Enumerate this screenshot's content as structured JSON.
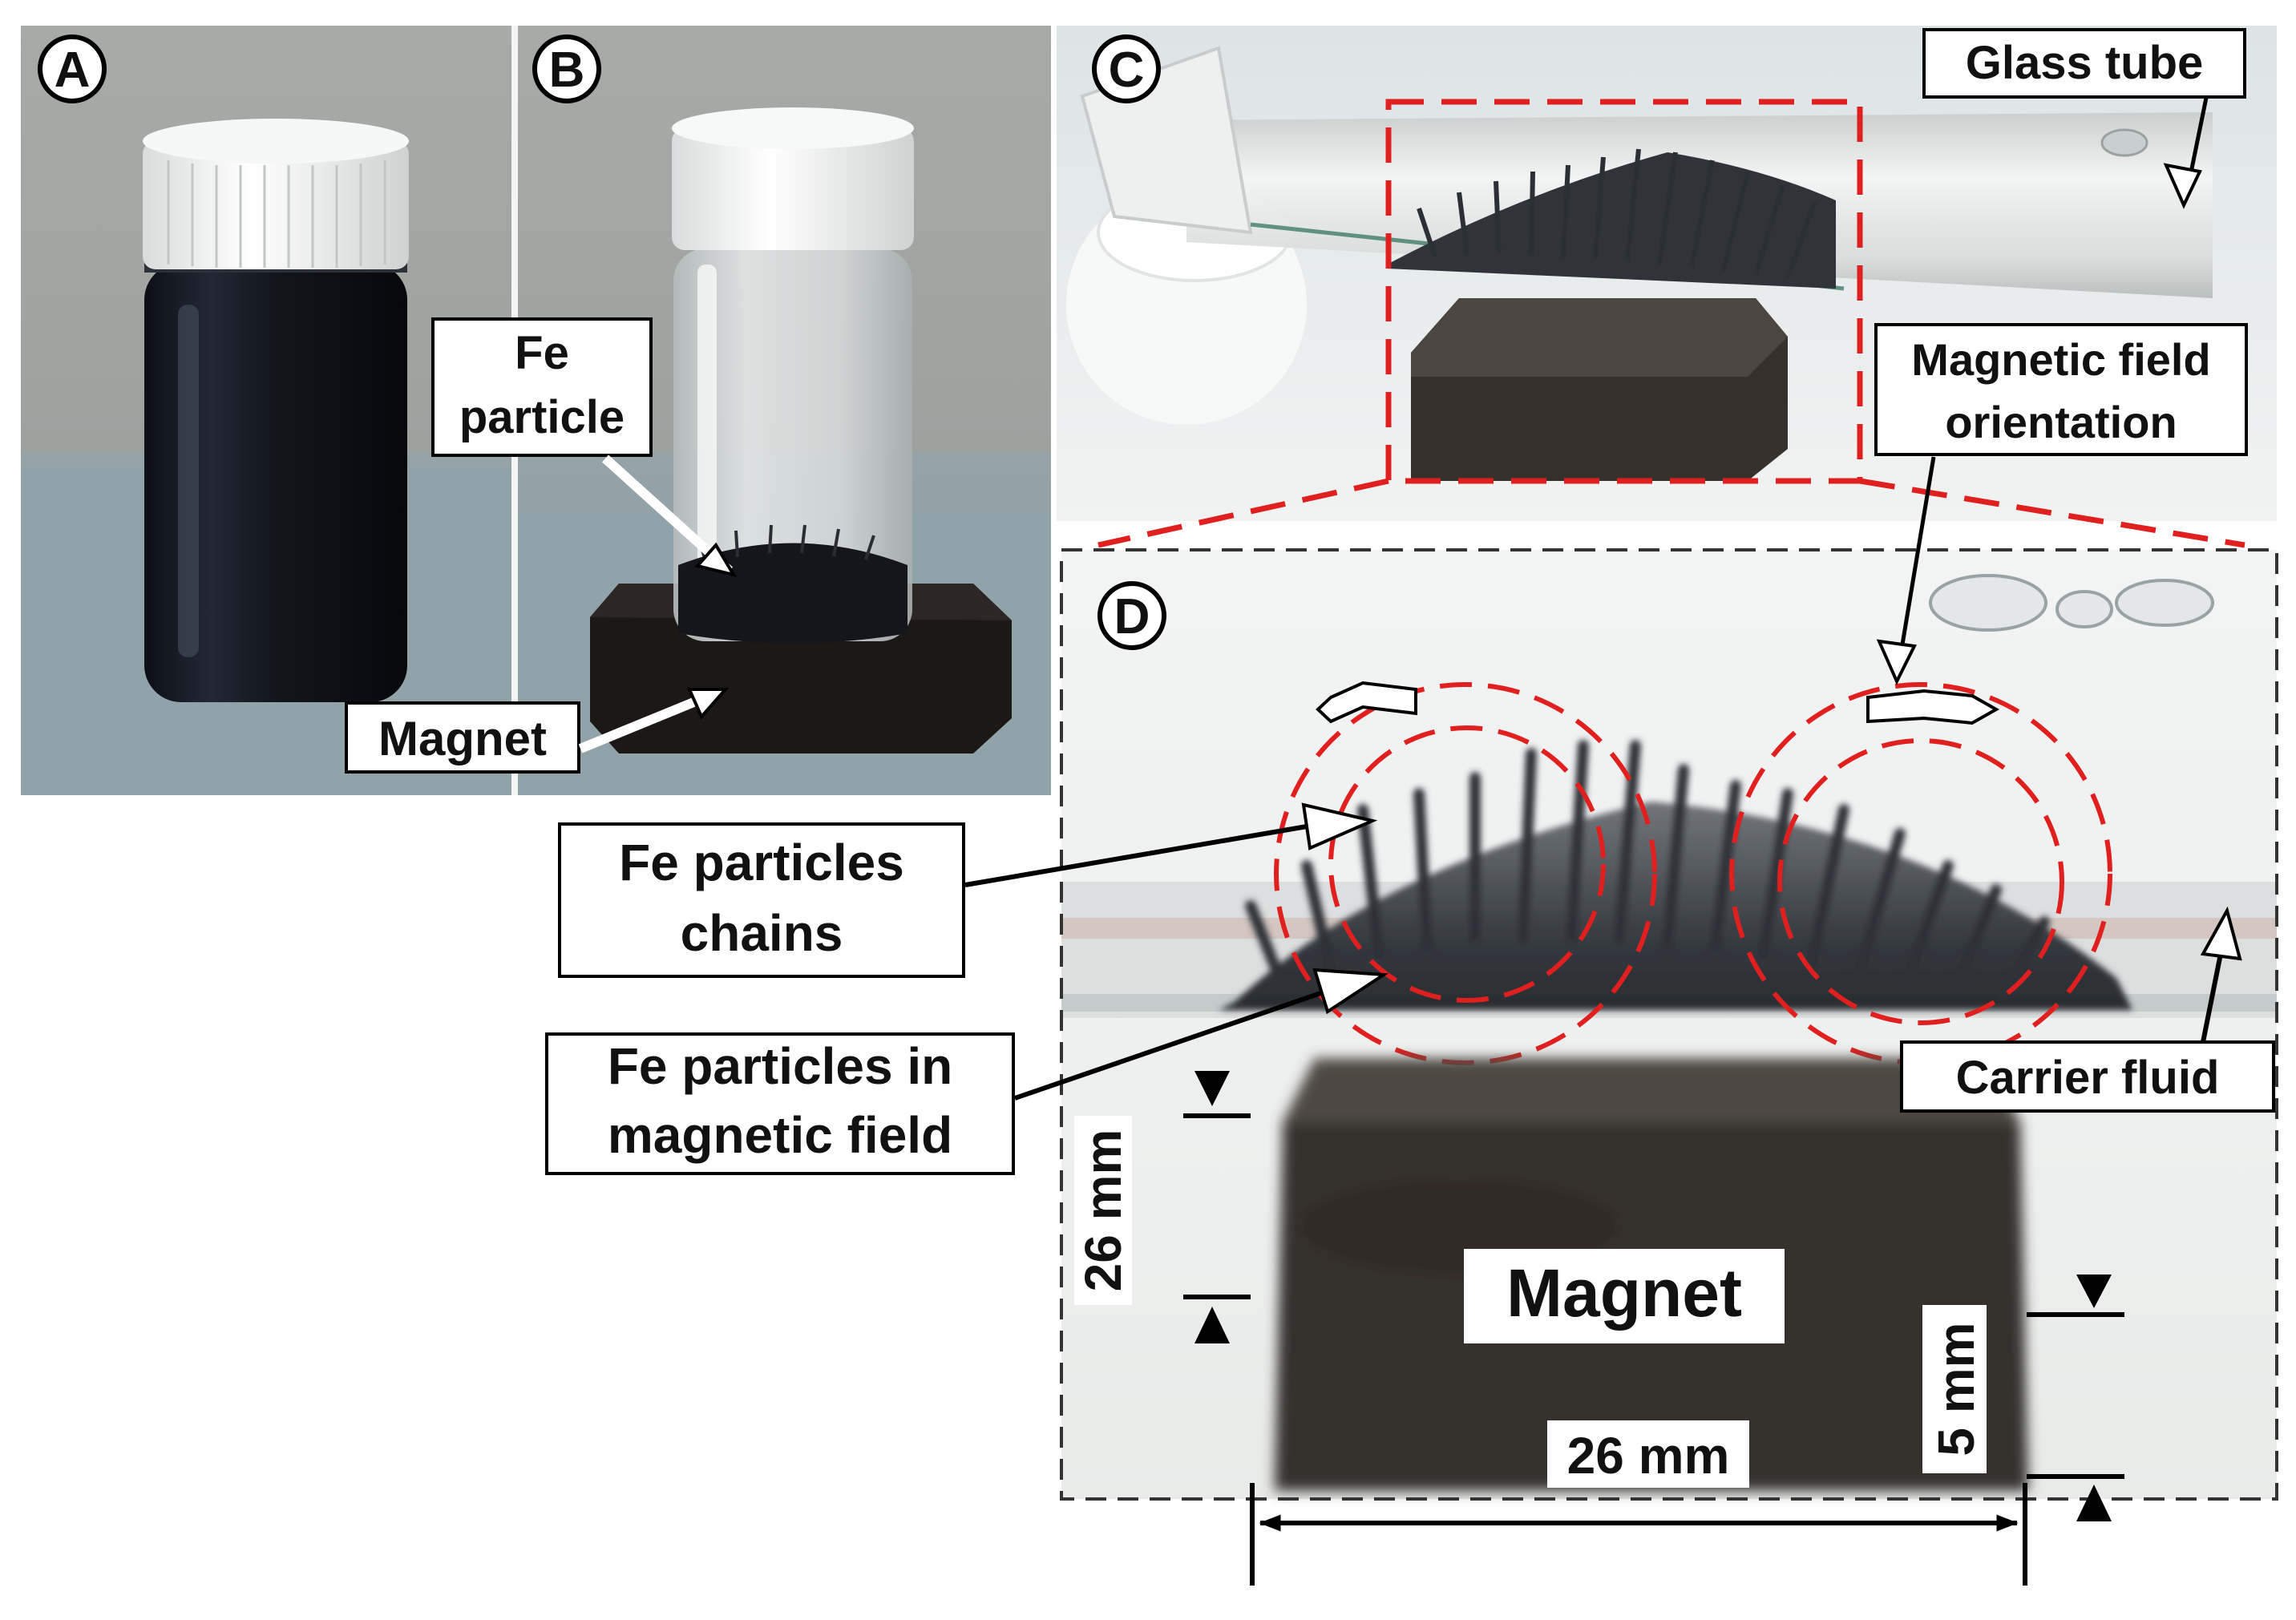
{
  "panels": {
    "a": {
      "letter": "A"
    },
    "b": {
      "letter": "B",
      "fe_label_line1": "Fe",
      "fe_label_line2": "particle",
      "magnet_label": "Magnet"
    },
    "c": {
      "letter": "C",
      "glass_tube_label": "Glass tube",
      "field_label_line1": "Magnetic field",
      "field_label_line2": "orientation"
    },
    "d": {
      "letter": "D",
      "chains_label_line1": "Fe particles",
      "chains_label_line2": "chains",
      "infield_label_line1": "Fe particles in",
      "infield_label_line2": "magnetic field",
      "carrier_label": "Carrier fluid",
      "magnet_label": "Magnet",
      "dim_height_left": "26 mm",
      "dim_thickness": "5 mm",
      "dim_width": "26 mm"
    }
  },
  "colors": {
    "highlight_dash": "#e0201f",
    "frame_dash": "#333333",
    "label_box_bg": "#ffffff",
    "magnet_dark": "#3a3530",
    "fluid_dark": "#15181f"
  }
}
